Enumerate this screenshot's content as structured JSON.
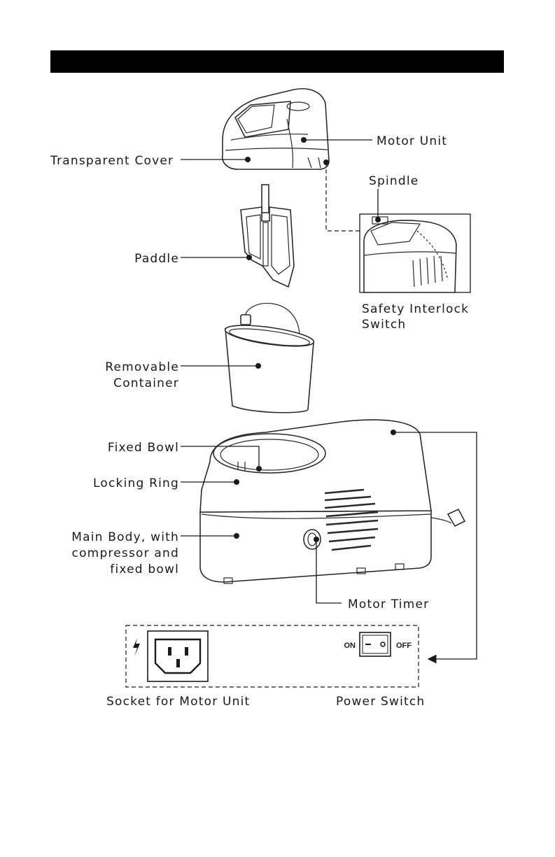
{
  "labels": {
    "transparent_cover": "Transparent Cover",
    "motor_unit": "Motor Unit",
    "spindle": "Spindle",
    "paddle": "Paddle",
    "safety_interlock_line1": "Safety Interlock",
    "safety_interlock_line2": "Switch",
    "removable_container_line1": "Removable",
    "removable_container_line2": "Container",
    "fixed_bowl": "Fixed Bowl",
    "locking_ring": "Locking Ring",
    "main_body_line1": "Main Body, with",
    "main_body_line2": "compressor and",
    "main_body_line3": "fixed bowl",
    "motor_timer": "Motor Timer",
    "socket_for_motor_unit": "Socket for Motor Unit",
    "power_switch": "Power Switch"
  },
  "switch": {
    "on_label": "ON",
    "off_label": "OFF"
  },
  "icons": [
    "lightning-icon",
    "socket-icon",
    "power-switch-icon"
  ],
  "colors": {
    "header_bar": "#000000",
    "background": "#ffffff",
    "line": "#1a1a1a"
  }
}
